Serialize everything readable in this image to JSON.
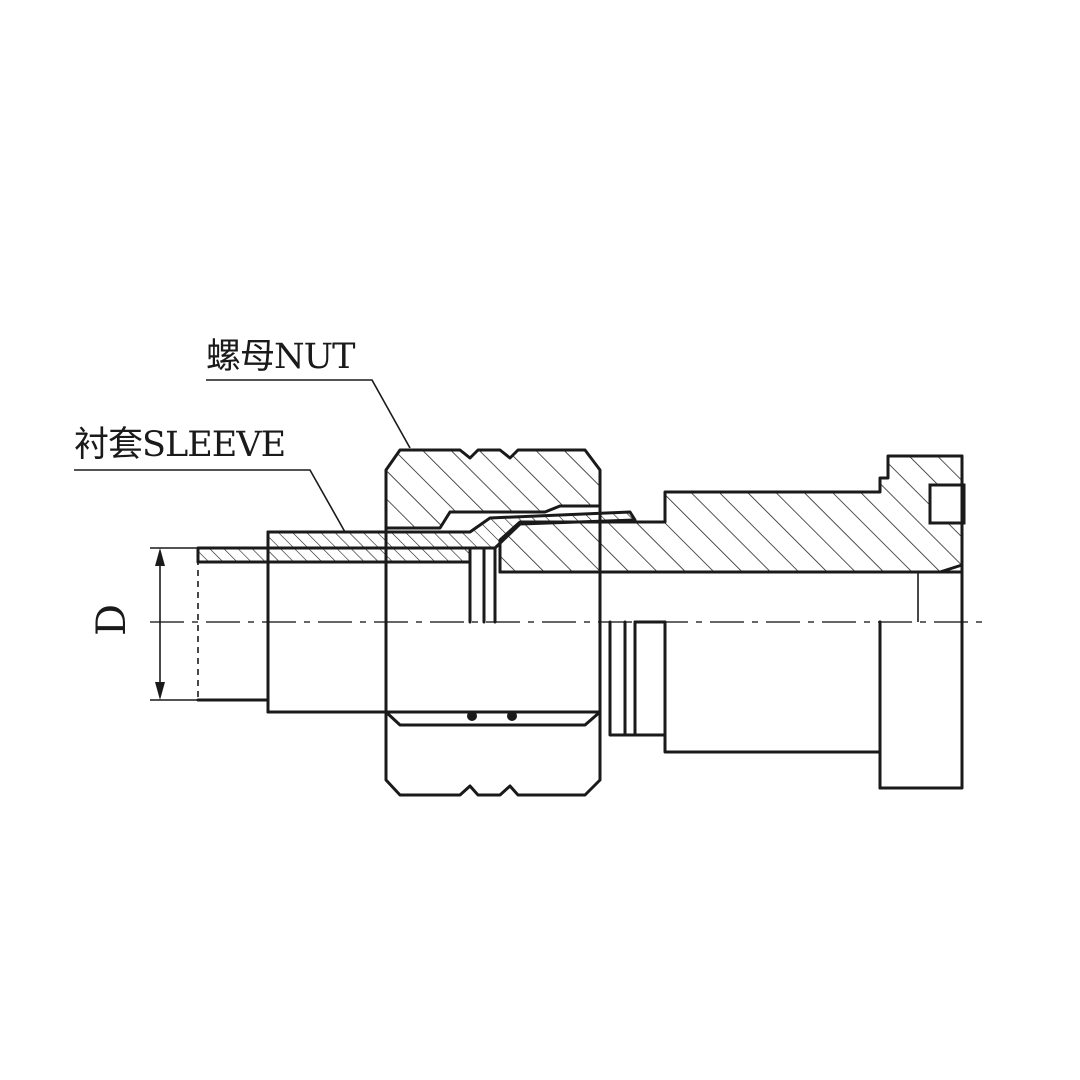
{
  "labels": {
    "nut": "螺母NUT",
    "sleeve": "衬套SLEEVE",
    "dimension": "D"
  },
  "colors": {
    "line": "#1a1a1a",
    "background": "#ffffff"
  }
}
